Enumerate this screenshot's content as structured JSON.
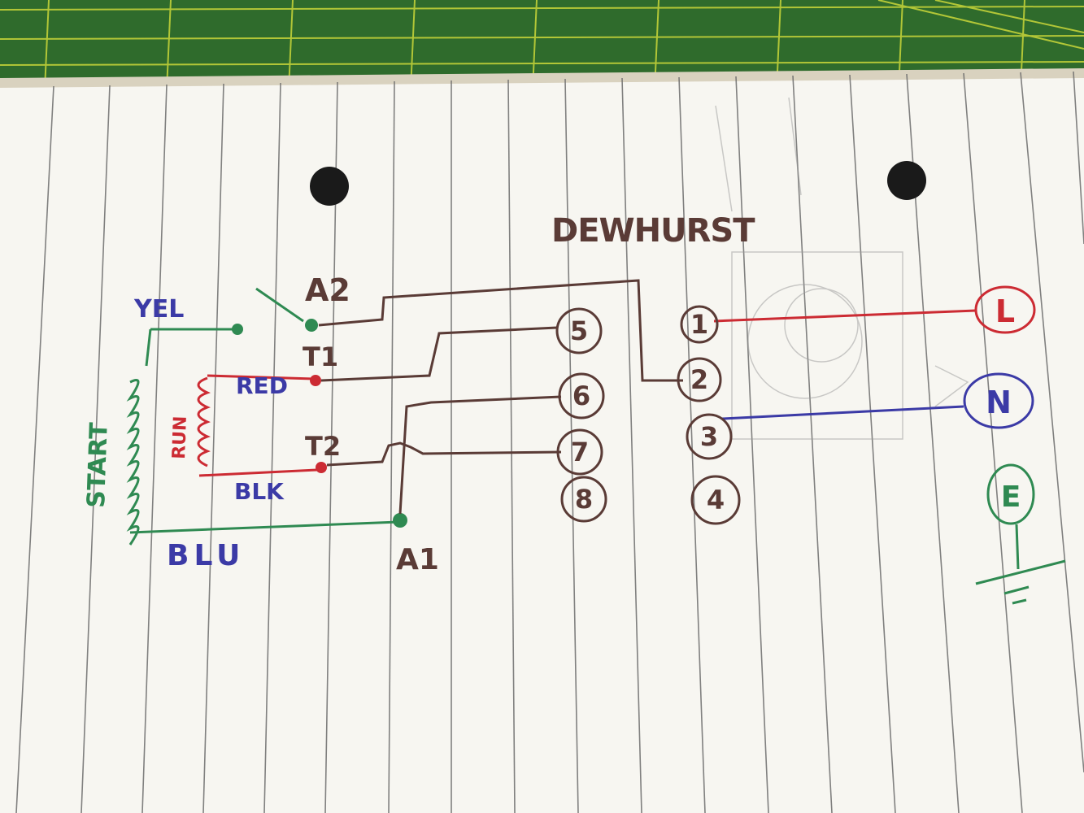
{
  "brand": "DEWHURST",
  "colors": {
    "ink_blue": "#3b3aa6",
    "ink_green": "#2f8a52",
    "ink_red": "#cc2b33",
    "ink_brown": "#5a3b36",
    "pencil": "#9a9a9a",
    "paper": "#f7f6f1",
    "rule_line": "#6c6c6c",
    "cutting_mat": "#2f6b2c",
    "mat_grid": "#c9d63a"
  },
  "labels": {
    "yel": "YEL",
    "start": "START",
    "run": "RUN",
    "red": "RED",
    "blk": "BLK",
    "blu": "BLU",
    "a1": "A1",
    "a2": "A2",
    "t1": "T1",
    "t2": "T2"
  },
  "terminals_left": [
    "5",
    "6",
    "7",
    "8"
  ],
  "terminals_right": [
    "1",
    "2",
    "3",
    "4"
  ],
  "supply": {
    "live": "L",
    "neutral": "N",
    "earth": "E"
  },
  "icons": [
    "earth-ground-icon",
    "switch-contact-icon",
    "coil-icon"
  ]
}
